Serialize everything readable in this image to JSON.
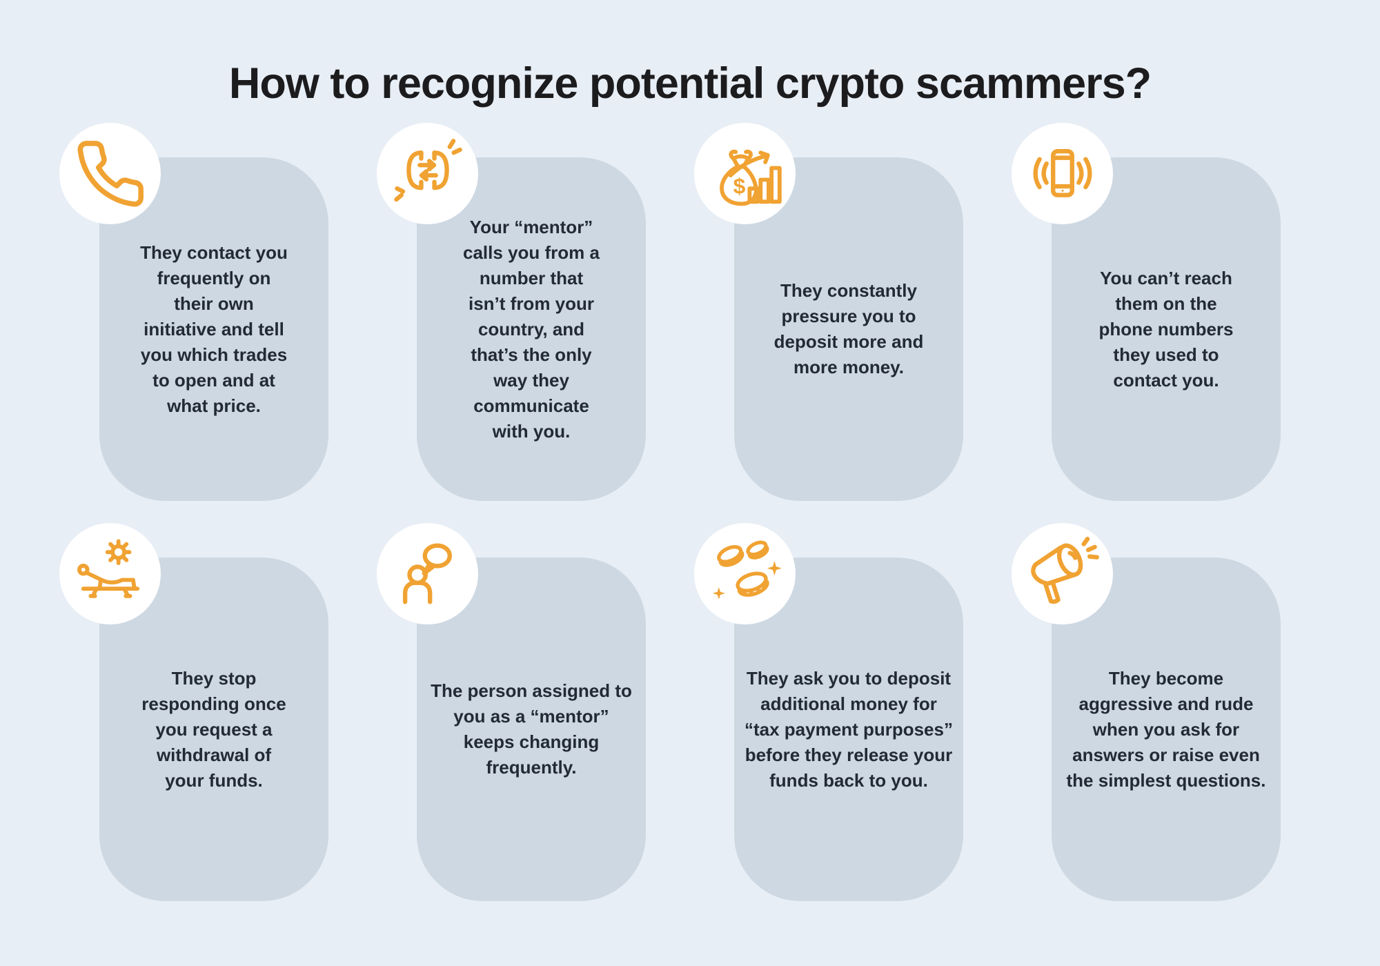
{
  "page": {
    "title": "How to recognize potential crypto scammers?",
    "background_color": "#e8eef5",
    "card_color": "#cdd8e2",
    "accent_color": "#F0A232",
    "title_color": "#1c1c1e",
    "text_color": "#222a36"
  },
  "cards": [
    {
      "icon": "phone-handset-icon",
      "lines": [
        "They contact you",
        "frequently on",
        "their own",
        "initiative and tell",
        "you which trades",
        "to open and at",
        "what price."
      ]
    },
    {
      "icon": "call-transfer-icon",
      "lines": [
        "Your “mentor”",
        "calls you from a",
        "number that",
        "isn’t from your",
        "country, and",
        "that’s the only",
        "way they",
        "communicate",
        "with you."
      ]
    },
    {
      "icon": "money-bag-growth-icon",
      "lines": [
        "They constantly",
        "pressure you to",
        "deposit more and",
        "more money."
      ]
    },
    {
      "icon": "vibrating-phone-icon",
      "lines": [
        "You can’t reach",
        "them on the",
        "phone numbers",
        "they used to",
        "contact you."
      ]
    },
    {
      "icon": "sun-lounger-icon",
      "lines": [
        "They stop",
        "responding once",
        "you request a",
        "withdrawal of",
        "your funds."
      ]
    },
    {
      "icon": "person-speech-bubble-icon",
      "lines": [
        "The person assigned to",
        "you as a “mentor”",
        "keeps changing",
        "frequently."
      ]
    },
    {
      "icon": "coins-icon",
      "lines": [
        "They ask you to deposit",
        "additional money for",
        "“tax payment purposes”",
        "before they release your",
        "funds back to you."
      ]
    },
    {
      "icon": "megaphone-icon",
      "lines": [
        "They become",
        "aggressive and rude",
        "when you ask for",
        "answers or raise even",
        "the simplest questions."
      ]
    }
  ]
}
